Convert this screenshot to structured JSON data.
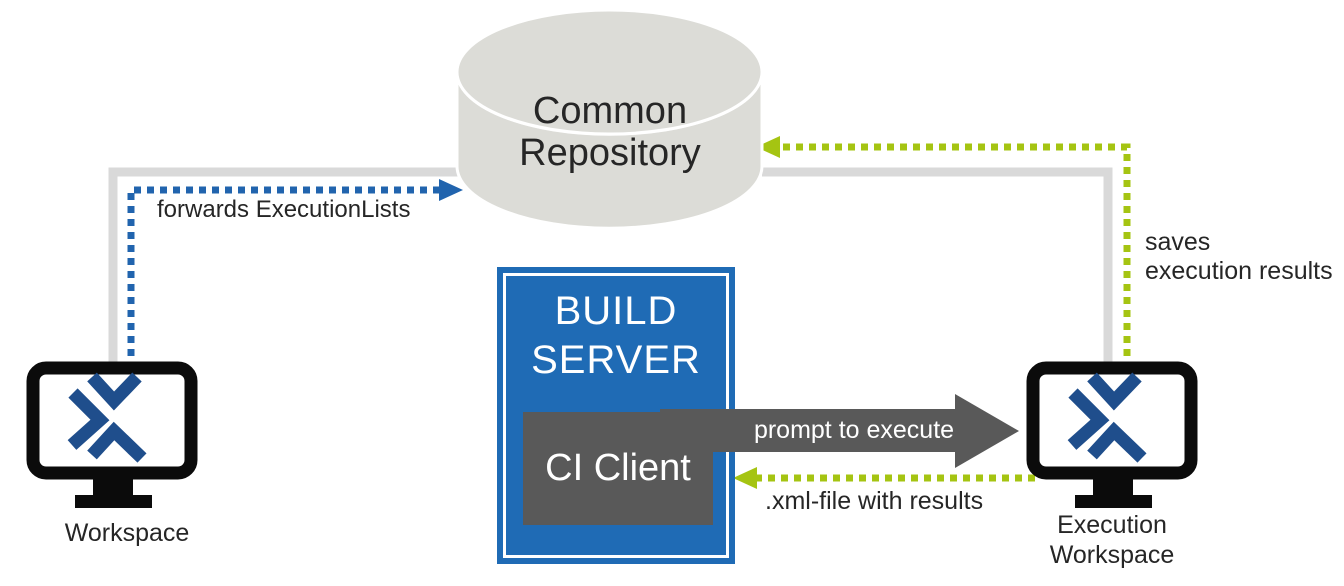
{
  "diagram": {
    "repository": {
      "label": "Common Repository"
    },
    "build_server": {
      "title": "BUILD SERVER",
      "ci_client_label": "CI Client"
    },
    "workspaces": {
      "left_label": "Workspace",
      "right_label": "Execution Workspace"
    },
    "flows": {
      "forwards_label": "forwards ExecutionLists",
      "saves_label": "saves\nexecution results",
      "prompt_label": "prompt to execute",
      "xml_label": ".xml-file with results"
    },
    "colors": {
      "blue_box": "#1f6bb5",
      "blue_dotted": "#2164ae",
      "logo_blue": "#1f4e8c",
      "green_dotted": "#a5c412",
      "dark_gray": "#595959",
      "light_gray_line": "#d9d9d9",
      "cylinder_fill": "#dcdcd7",
      "text": "#262626"
    }
  }
}
